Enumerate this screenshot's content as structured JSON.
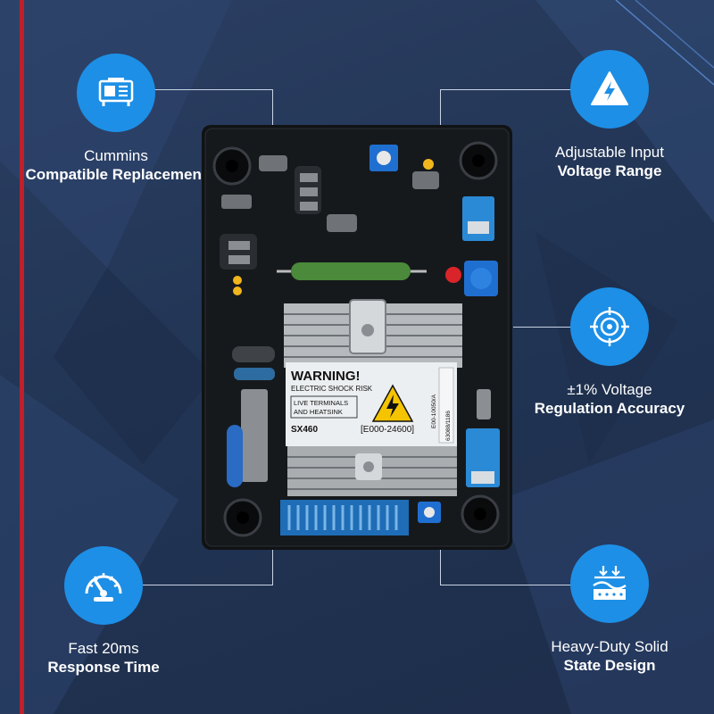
{
  "features": [
    {
      "icon": "generator-icon",
      "line1": "Cummins",
      "line2": "Compatible Replacement"
    },
    {
      "icon": "voltage-warning-icon",
      "line1": "Adjustable Input",
      "line2": "Voltage Range"
    },
    {
      "icon": "target-icon",
      "line1": "±1% Voltage",
      "line2": "Regulation Accuracy"
    },
    {
      "icon": "speedometer-icon",
      "line1": "Fast 20ms",
      "line2": "Response Time"
    },
    {
      "icon": "solid-state-icon",
      "line1": "Heavy-Duty Solid",
      "line2": "State Design"
    }
  ],
  "product": {
    "warning_title": "WARNING!",
    "warning_sub": "ELECTRIC SHOCK RISK",
    "warning_box": [
      "LIVE TERMINALS",
      "AND HEATSINK"
    ],
    "model": "SX460",
    "part_number": "[E000-24600]",
    "side_code_1": "E00-10050/A",
    "side_code_2": "63088/1186"
  },
  "colors": {
    "accent": "#1d8fe6",
    "background": "#243859",
    "stripe": "#c0202a"
  }
}
